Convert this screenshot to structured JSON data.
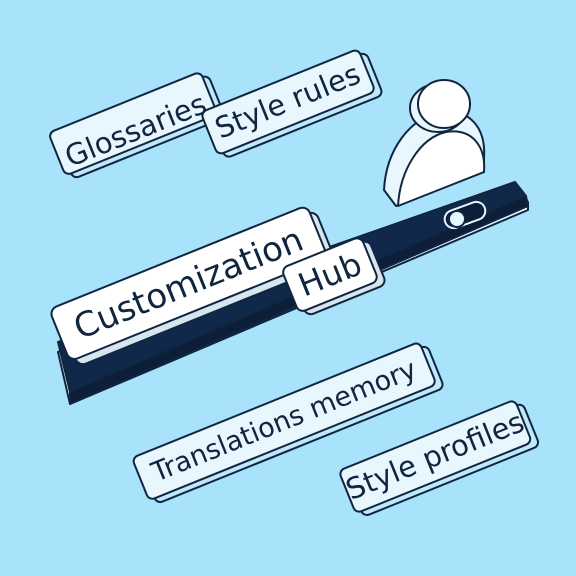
{
  "colors": {
    "background": "#a8e3fb",
    "card_light": "#e8f6fd",
    "card_white": "#ffffff",
    "panel_dark": "#10284a",
    "stroke": "#10253f"
  },
  "tags": {
    "glossaries": "Glossaries",
    "style_rules": "Style rules",
    "translations_memory": "Translations memory",
    "style_profiles": "Style profiles"
  },
  "hub": {
    "title_word": "Customization",
    "subtitle_word": "Hub"
  },
  "icons": {
    "user": "person-silhouette-icon",
    "toggle": "toggle-switch-icon"
  }
}
